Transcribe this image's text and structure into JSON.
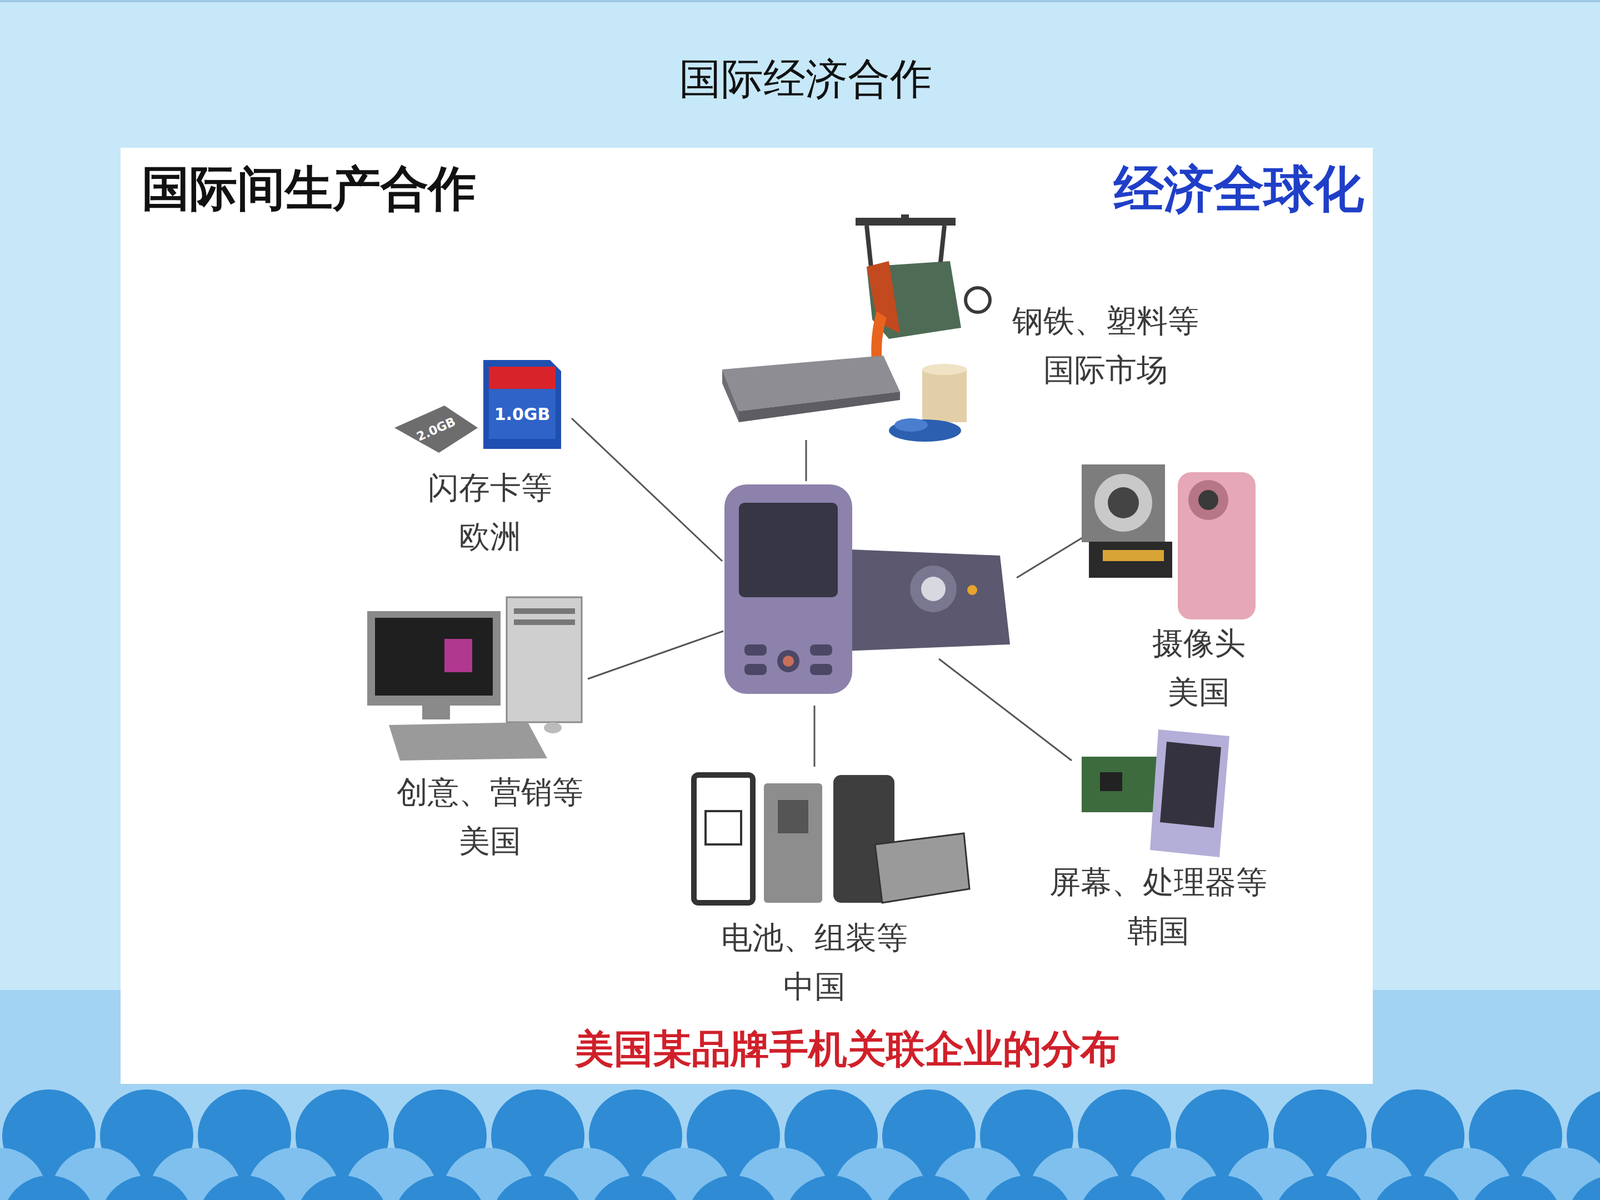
{
  "diagram": {
    "title": "国际经济合作",
    "caption": "美国某品牌手机关联企业的分布",
    "nodes": [
      {
        "text": [
          "钢铁、塑料等",
          "国际市场"
        ]
      },
      {
        "text": [
          "闪存卡等",
          "欧洲"
        ]
      },
      {
        "text": [
          "摄像头",
          "美国"
        ]
      },
      {
        "text": [
          "创意、营销等",
          "美国"
        ]
      },
      {
        "text": [
          "屏幕、处理器等",
          "韩国"
        ]
      },
      {
        "text": [
          "电池、组装等",
          "中国"
        ]
      }
    ],
    "labels": [
      "国际间生产合作",
      "经济全球化",
      "2.0GB",
      "1.0GB"
    ]
  }
}
